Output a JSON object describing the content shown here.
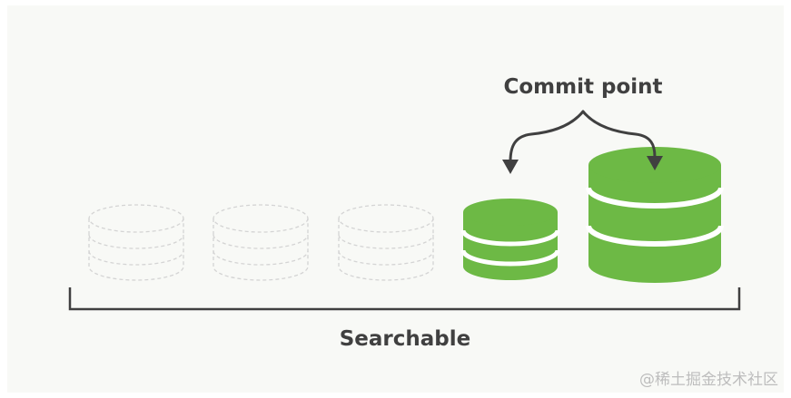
{
  "diagram": {
    "commit_label": "Commit point",
    "searchable_label": "Searchable",
    "watermark": "@稀土掘金技术社区",
    "colors": {
      "background": "#f8f9f6",
      "segment_green": "#6db945",
      "stripe": "#ffffff",
      "dashed_outline": "#d4d4d4",
      "text": "#404040",
      "arrow": "#404040",
      "bracket": "#404040"
    },
    "icons": [
      "segment-icon",
      "arrow-icon",
      "bracket-icon"
    ]
  }
}
